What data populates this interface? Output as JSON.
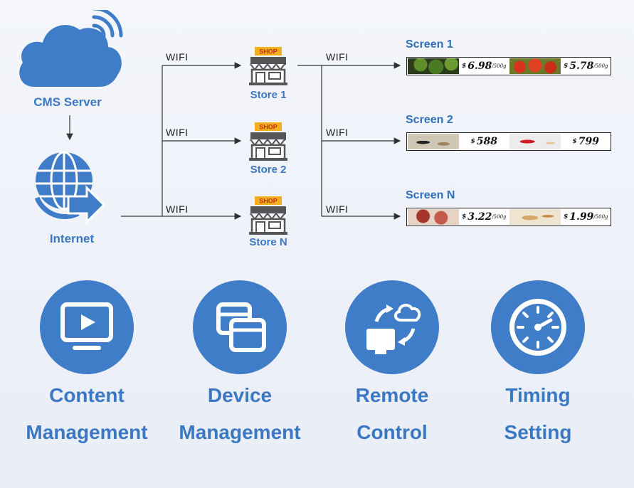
{
  "server": {
    "label": "CMS Server",
    "icon": "cloud-wifi-icon"
  },
  "internet": {
    "label": "Internet",
    "icon": "globe-arrow-icon"
  },
  "links": {
    "wifi_label": "WIFI"
  },
  "stores": [
    {
      "label": "Store 1",
      "badge": "SHOP"
    },
    {
      "label": "Store 2",
      "badge": "SHOP"
    },
    {
      "label": "Store N",
      "badge": "SHOP"
    }
  ],
  "screens": [
    {
      "title": "Screen 1",
      "items": [
        {
          "image": "broccoli",
          "currency": "$",
          "price": "6.98",
          "unit": "/500g"
        },
        {
          "image": "tomatoes",
          "currency": "$",
          "price": "5.78",
          "unit": "/500g"
        }
      ]
    },
    {
      "title": "Screen 2",
      "items": [
        {
          "image": "kettle",
          "currency": "$",
          "price": "588",
          "unit": ""
        },
        {
          "image": "rice-cooker",
          "currency": "$",
          "price": "799",
          "unit": ""
        }
      ]
    },
    {
      "title": "Screen N",
      "items": [
        {
          "image": "meat",
          "currency": "$",
          "price": "3.22",
          "unit": "/500g"
        },
        {
          "image": "bread",
          "currency": "$",
          "price": "1.99",
          "unit": "/500g"
        }
      ]
    }
  ],
  "features": [
    {
      "line1": "Content",
      "line2": "Management",
      "icon": "monitor-play-icon"
    },
    {
      "line1": "Device",
      "line2": "Management",
      "icon": "devices-icon"
    },
    {
      "line1": "Remote",
      "line2": "Control",
      "icon": "remote-sync-icon"
    },
    {
      "line1": "Timing",
      "line2": "Setting",
      "icon": "clock-icon"
    }
  ],
  "colors": {
    "accent": "#3f7dc9",
    "text_blue": "#3b78c4",
    "shop_badge": "#f2b01e"
  }
}
